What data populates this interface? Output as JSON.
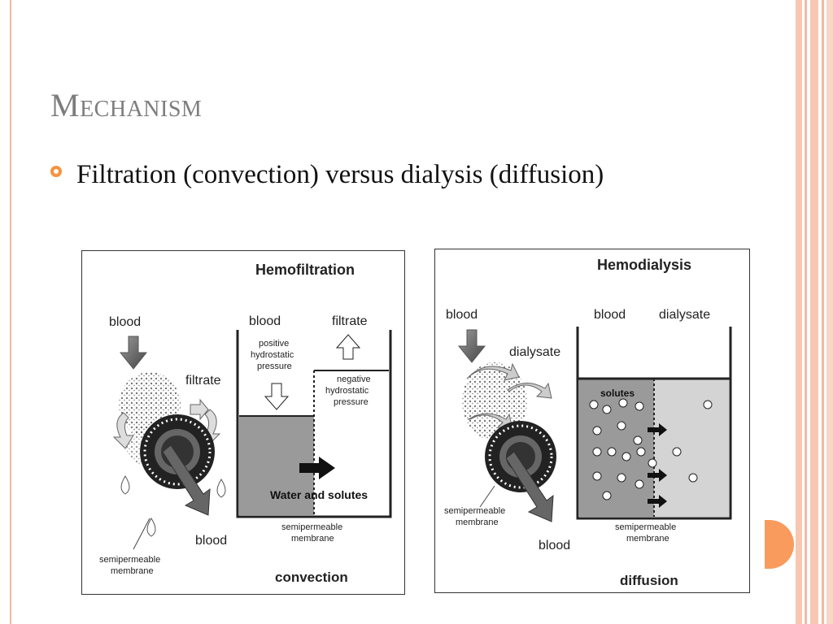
{
  "slide": {
    "title": "Mechanism",
    "bullet": "Filtration (convection) versus dialysis (diffusion)",
    "accent_color": "#f7923f",
    "frame_color": "#f7c7b2"
  },
  "hemofiltration": {
    "heading": "Hemofiltration",
    "blood_in": "blood",
    "filtrate_side": "filtrate",
    "blood_tank": "blood",
    "filtrate_tank": "filtrate",
    "positive_pressure": [
      "positive",
      "hydrostatic",
      "pressure"
    ],
    "negative_pressure": [
      "negative",
      "hydrostatic",
      "pressure"
    ],
    "water_solutes": "Water and solutes",
    "membrane": [
      "semipermeable",
      "membrane"
    ],
    "fiber_membrane": [
      "semipermeable",
      "membrane"
    ],
    "blood_out": "blood",
    "caption": "convection"
  },
  "hemodialysis": {
    "heading": "Hemodialysis",
    "blood_in": "blood",
    "dialysate_side": "dialysate",
    "blood_tank": "blood",
    "dialysate_tank": "dialysate",
    "solutes": "solutes",
    "fiber_membrane": [
      "semipermeable",
      "membrane"
    ],
    "membrane": [
      "semipermeable",
      "membrane"
    ],
    "blood_out": "blood",
    "caption": "diffusion"
  }
}
